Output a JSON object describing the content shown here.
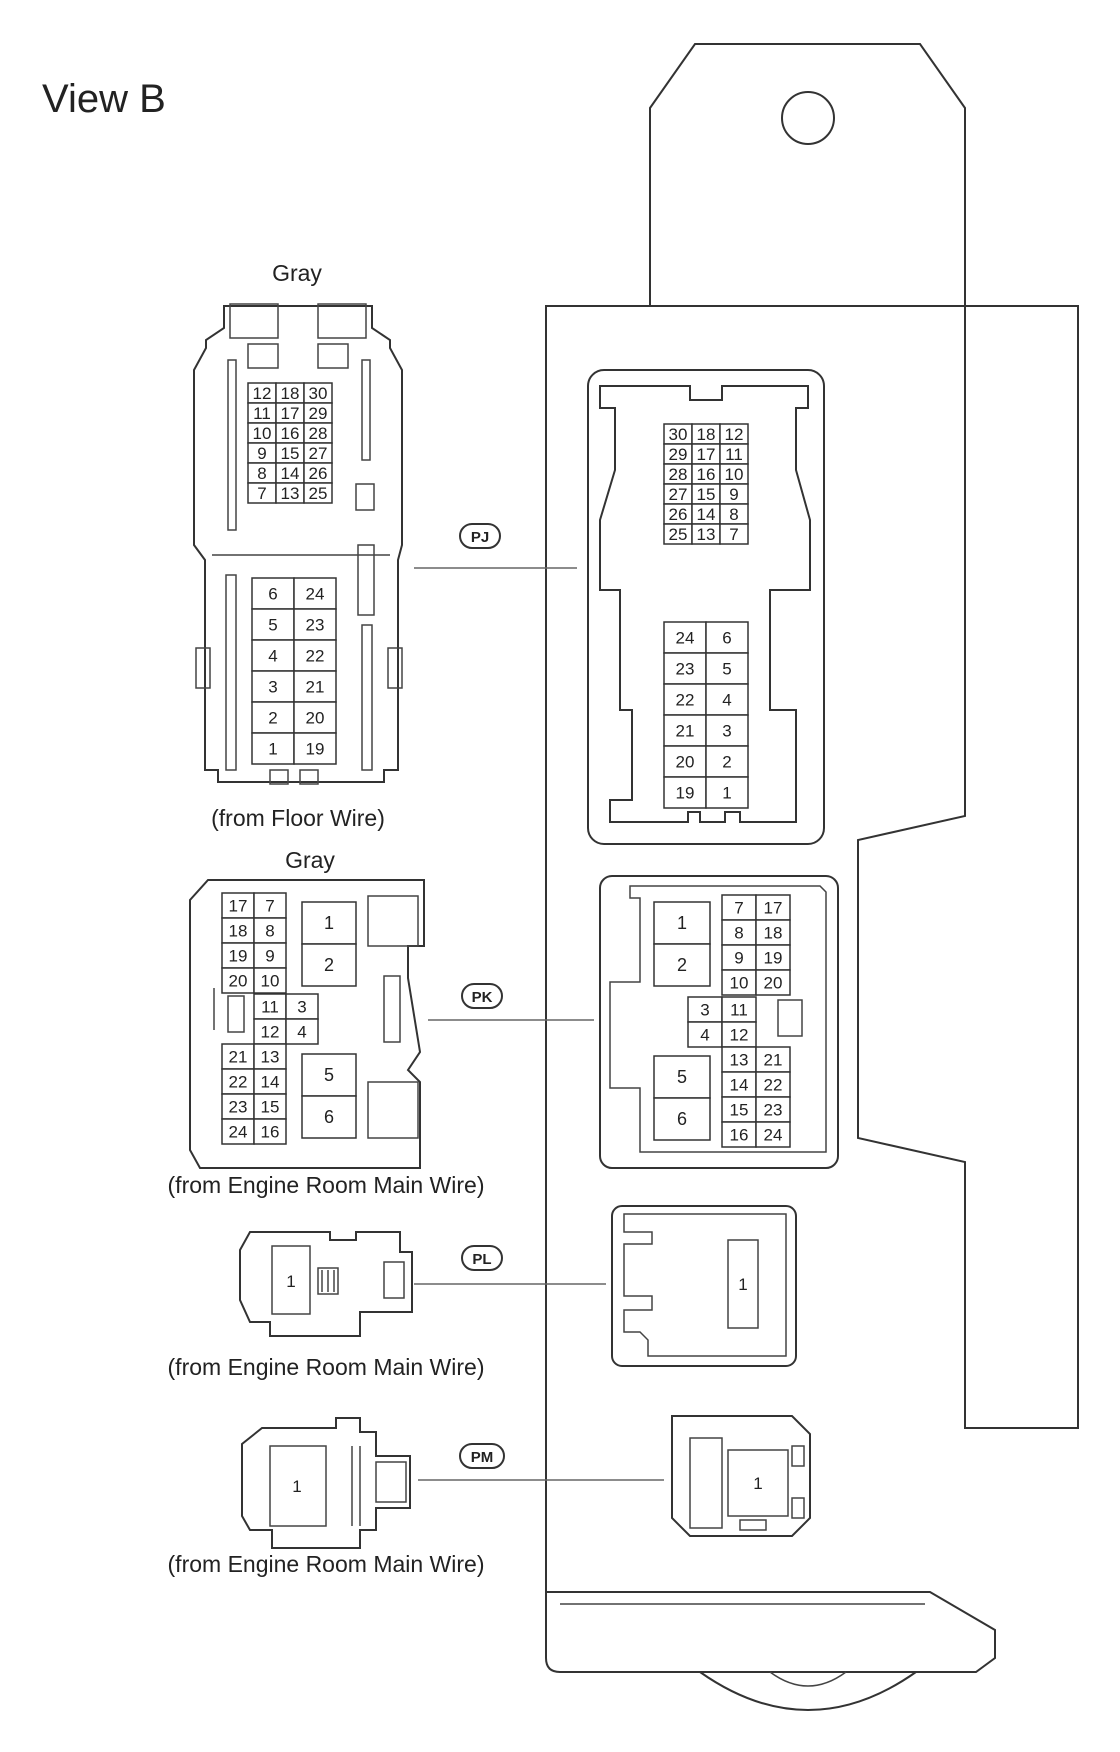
{
  "title": "View B",
  "connectors": {
    "PJ": {
      "code": "PJ",
      "color": "Gray",
      "source": "(from Floor Wire)",
      "upper_left": [
        [
          "12",
          "18",
          "30"
        ],
        [
          "11",
          "17",
          "29"
        ],
        [
          "10",
          "16",
          "28"
        ],
        [
          "9",
          "15",
          "27"
        ],
        [
          "8",
          "14",
          "26"
        ],
        [
          "7",
          "13",
          "25"
        ]
      ],
      "lower_left": [
        [
          "6",
          "24"
        ],
        [
          "5",
          "23"
        ],
        [
          "4",
          "22"
        ],
        [
          "3",
          "21"
        ],
        [
          "2",
          "20"
        ],
        [
          "1",
          "19"
        ]
      ],
      "upper_right": [
        [
          "30",
          "18",
          "12"
        ],
        [
          "29",
          "17",
          "11"
        ],
        [
          "28",
          "16",
          "10"
        ],
        [
          "27",
          "15",
          "9"
        ],
        [
          "26",
          "14",
          "8"
        ],
        [
          "25",
          "13",
          "7"
        ]
      ],
      "lower_right": [
        [
          "24",
          "6"
        ],
        [
          "23",
          "5"
        ],
        [
          "22",
          "4"
        ],
        [
          "21",
          "3"
        ],
        [
          "20",
          "2"
        ],
        [
          "19",
          "1"
        ]
      ]
    },
    "PK": {
      "code": "PK",
      "color": "Gray",
      "source": "(from Engine Room Main Wire)",
      "left_top": [
        [
          "17",
          "7"
        ],
        [
          "18",
          "8"
        ],
        [
          "19",
          "9"
        ],
        [
          "20",
          "10"
        ]
      ],
      "left_mid": [
        [
          "11",
          "3"
        ],
        [
          "12",
          "4"
        ]
      ],
      "left_bottom": [
        [
          "21",
          "13"
        ],
        [
          "22",
          "14"
        ],
        [
          "23",
          "15"
        ],
        [
          "24",
          "16"
        ]
      ],
      "left_big": [
        "1",
        "2",
        "5",
        "6"
      ],
      "right_big": [
        "1",
        "2",
        "5",
        "6"
      ],
      "right_top": [
        [
          "7",
          "17"
        ],
        [
          "8",
          "18"
        ],
        [
          "9",
          "19"
        ],
        [
          "10",
          "20"
        ]
      ],
      "right_mid": [
        [
          "3",
          "11"
        ],
        [
          "4",
          "12"
        ]
      ],
      "right_bottom": [
        [
          "13",
          "21"
        ],
        [
          "14",
          "22"
        ],
        [
          "15",
          "23"
        ],
        [
          "16",
          "24"
        ]
      ]
    },
    "PL": {
      "code": "PL",
      "source": "(from Engine Room Main Wire)",
      "pin": "1"
    },
    "PM": {
      "code": "PM",
      "source": "(from Engine Room Main Wire)",
      "pin": "1"
    }
  },
  "colors": {
    "line": "#333333",
    "background": "#ffffff"
  }
}
